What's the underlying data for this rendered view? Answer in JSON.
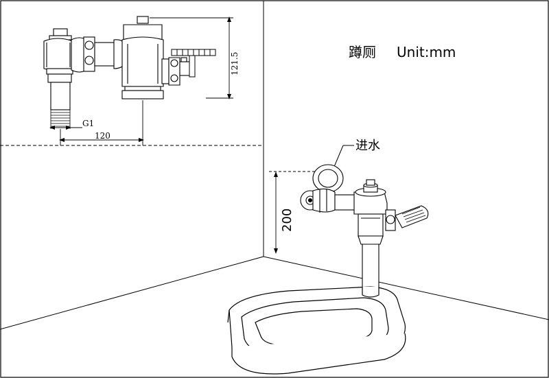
{
  "header": {
    "title": "蹲厕",
    "unit": "Unit:mm"
  },
  "dimensions": {
    "height_label": "121.5",
    "width_label": "120",
    "thread_label": "G1",
    "mount_height_label": "200"
  },
  "callouts": {
    "water_inlet": "进水"
  },
  "colors": {
    "line": "#000000",
    "background": "#ffffff"
  },
  "icons": [
    "flush-valve-icon",
    "foot-pedal-icon",
    "squat-toilet-icon"
  ]
}
